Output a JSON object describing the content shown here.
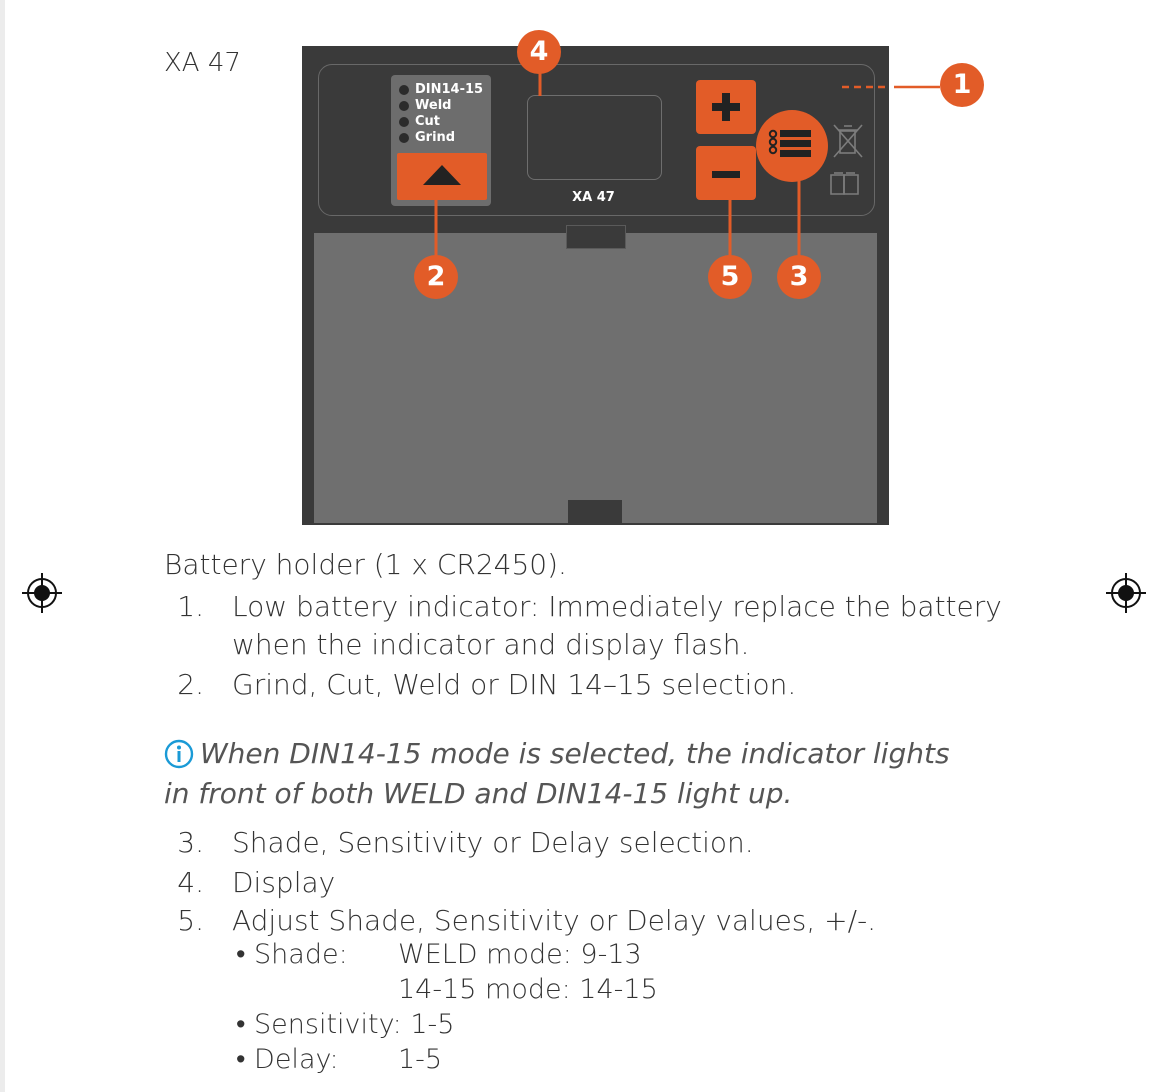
{
  "model_label": "XA 47",
  "panel": {
    "modes": [
      "DIN14-15",
      "Weld",
      "Cut",
      "Grind"
    ],
    "model_text": "XA 47"
  },
  "callouts": [
    "1",
    "2",
    "3",
    "4",
    "5"
  ],
  "intro": "Battery holder (1 x CR2450).",
  "items_a": [
    {
      "num": "1.",
      "line1": "Low battery indicator: Immediately replace the battery",
      "line2": "when the indicator and display flash."
    },
    {
      "num": "2.",
      "line1": "Grind, Cut, Weld or DIN 14–15 selection."
    }
  ],
  "note": {
    "line1": "When DIN14-15 mode is selected, the indicator lights",
    "line2": "in front of both WELD and DIN14-15 light up."
  },
  "items_b": [
    {
      "num": "3.",
      "text": "Shade, Sensitivity or Delay selection."
    },
    {
      "num": "4.",
      "text": "Display"
    },
    {
      "num": "5.",
      "text": "Adjust Shade, Sensitivity or Delay values, +/-."
    }
  ],
  "settings": {
    "shade_label": "• Shade:",
    "shade_value1": "WELD mode: 9-13",
    "shade_value2": "14-15 mode: 14-15",
    "sensitivity": "• Sensitivity: 1-5",
    "delay_label": "• Delay:",
    "delay_value": "1-5"
  },
  "colors": {
    "accent": "#e25c28",
    "panel": "#3a3a3a",
    "cover": "#6f6f6f",
    "info": "#1a9ad6"
  }
}
